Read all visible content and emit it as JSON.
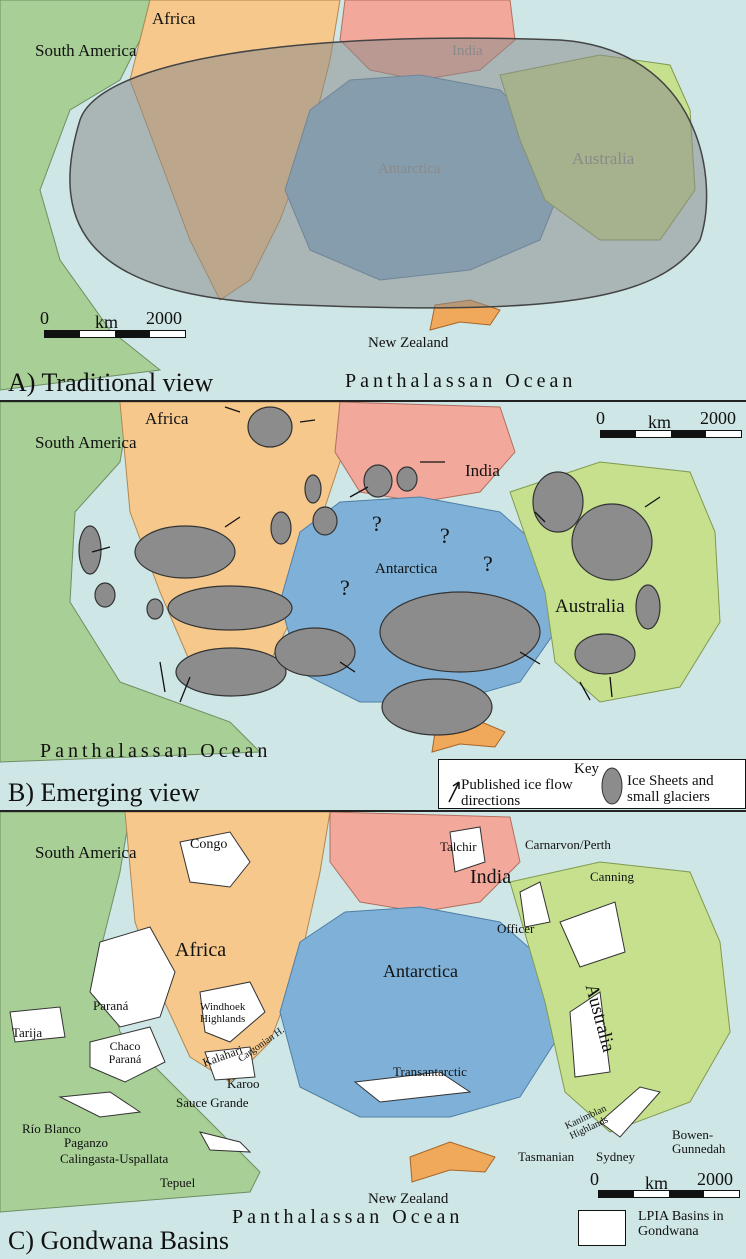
{
  "panel_a": {
    "title": "A) Traditional view",
    "ocean": "Panthalassan Ocean",
    "labels": {
      "south_america": "South America",
      "africa": "Africa",
      "india": "India",
      "antarctica": "Antarctica",
      "australia": "Australia",
      "new_zealand": "New Zealand"
    },
    "scale": {
      "zero": "0",
      "unit": "km",
      "max": "2000"
    }
  },
  "panel_b": {
    "title": "B) Emerging view",
    "ocean": "Panthalassan Ocean",
    "labels": {
      "south_america": "South America",
      "africa": "Africa",
      "india": "India",
      "antarctica": "Antarctica",
      "australia": "Australia",
      "question_mark": "?"
    },
    "scale": {
      "zero": "0",
      "unit": "km",
      "max": "2000"
    },
    "key": {
      "title": "Key",
      "arrows_label": "Published ice flow directions",
      "ice_label": "Ice Sheets and small glaciers"
    }
  },
  "panel_c": {
    "title": "C) Gondwana Basins",
    "ocean": "Panthalassan Ocean",
    "labels": {
      "south_america": "South America",
      "africa": "Africa",
      "india": "India",
      "antarctica": "Antarctica",
      "australia": "Australia",
      "new_zealand": "New Zealand",
      "congo": "Congo",
      "talchir": "Talchir",
      "carnarvon": "Carnarvon/Perth",
      "canning": "Canning",
      "officer": "Officer",
      "windhoek": "Windhoek Highlands",
      "kalahari": "Kalahari",
      "cargonian": "Cargonian H.",
      "karoo": "Karoo",
      "parana": "Paraná",
      "tarija": "Tarija",
      "chaco": "Chaco Paraná",
      "sauce": "Sauce Grande",
      "rio_blanco": "Río Blanco",
      "paganzo": "Paganzo",
      "calingasta": "Calingasta-Uspallata",
      "tepuel": "Tepuel",
      "transantarctic": "Transantarctic",
      "tasmanian": "Tasmanian",
      "kanimblan": "Kanimblan Highlands",
      "sydney": "Sydney",
      "bowen": "Bowen-Gunnedah"
    },
    "scale": {
      "zero": "0",
      "unit": "km",
      "max": "2000"
    },
    "legend": "LPIA Basins in Gondwana"
  },
  "colors": {
    "ocean": "#cfe6e6",
    "south_america": "#a8cf96",
    "africa": "#f6c88c",
    "india": "#f3a89c",
    "antarctica": "#7fb1d8",
    "australia": "#c6e08e",
    "new_zealand": "#f0a85a",
    "ice": "#8c8c8c",
    "basin": "#ffffff"
  }
}
